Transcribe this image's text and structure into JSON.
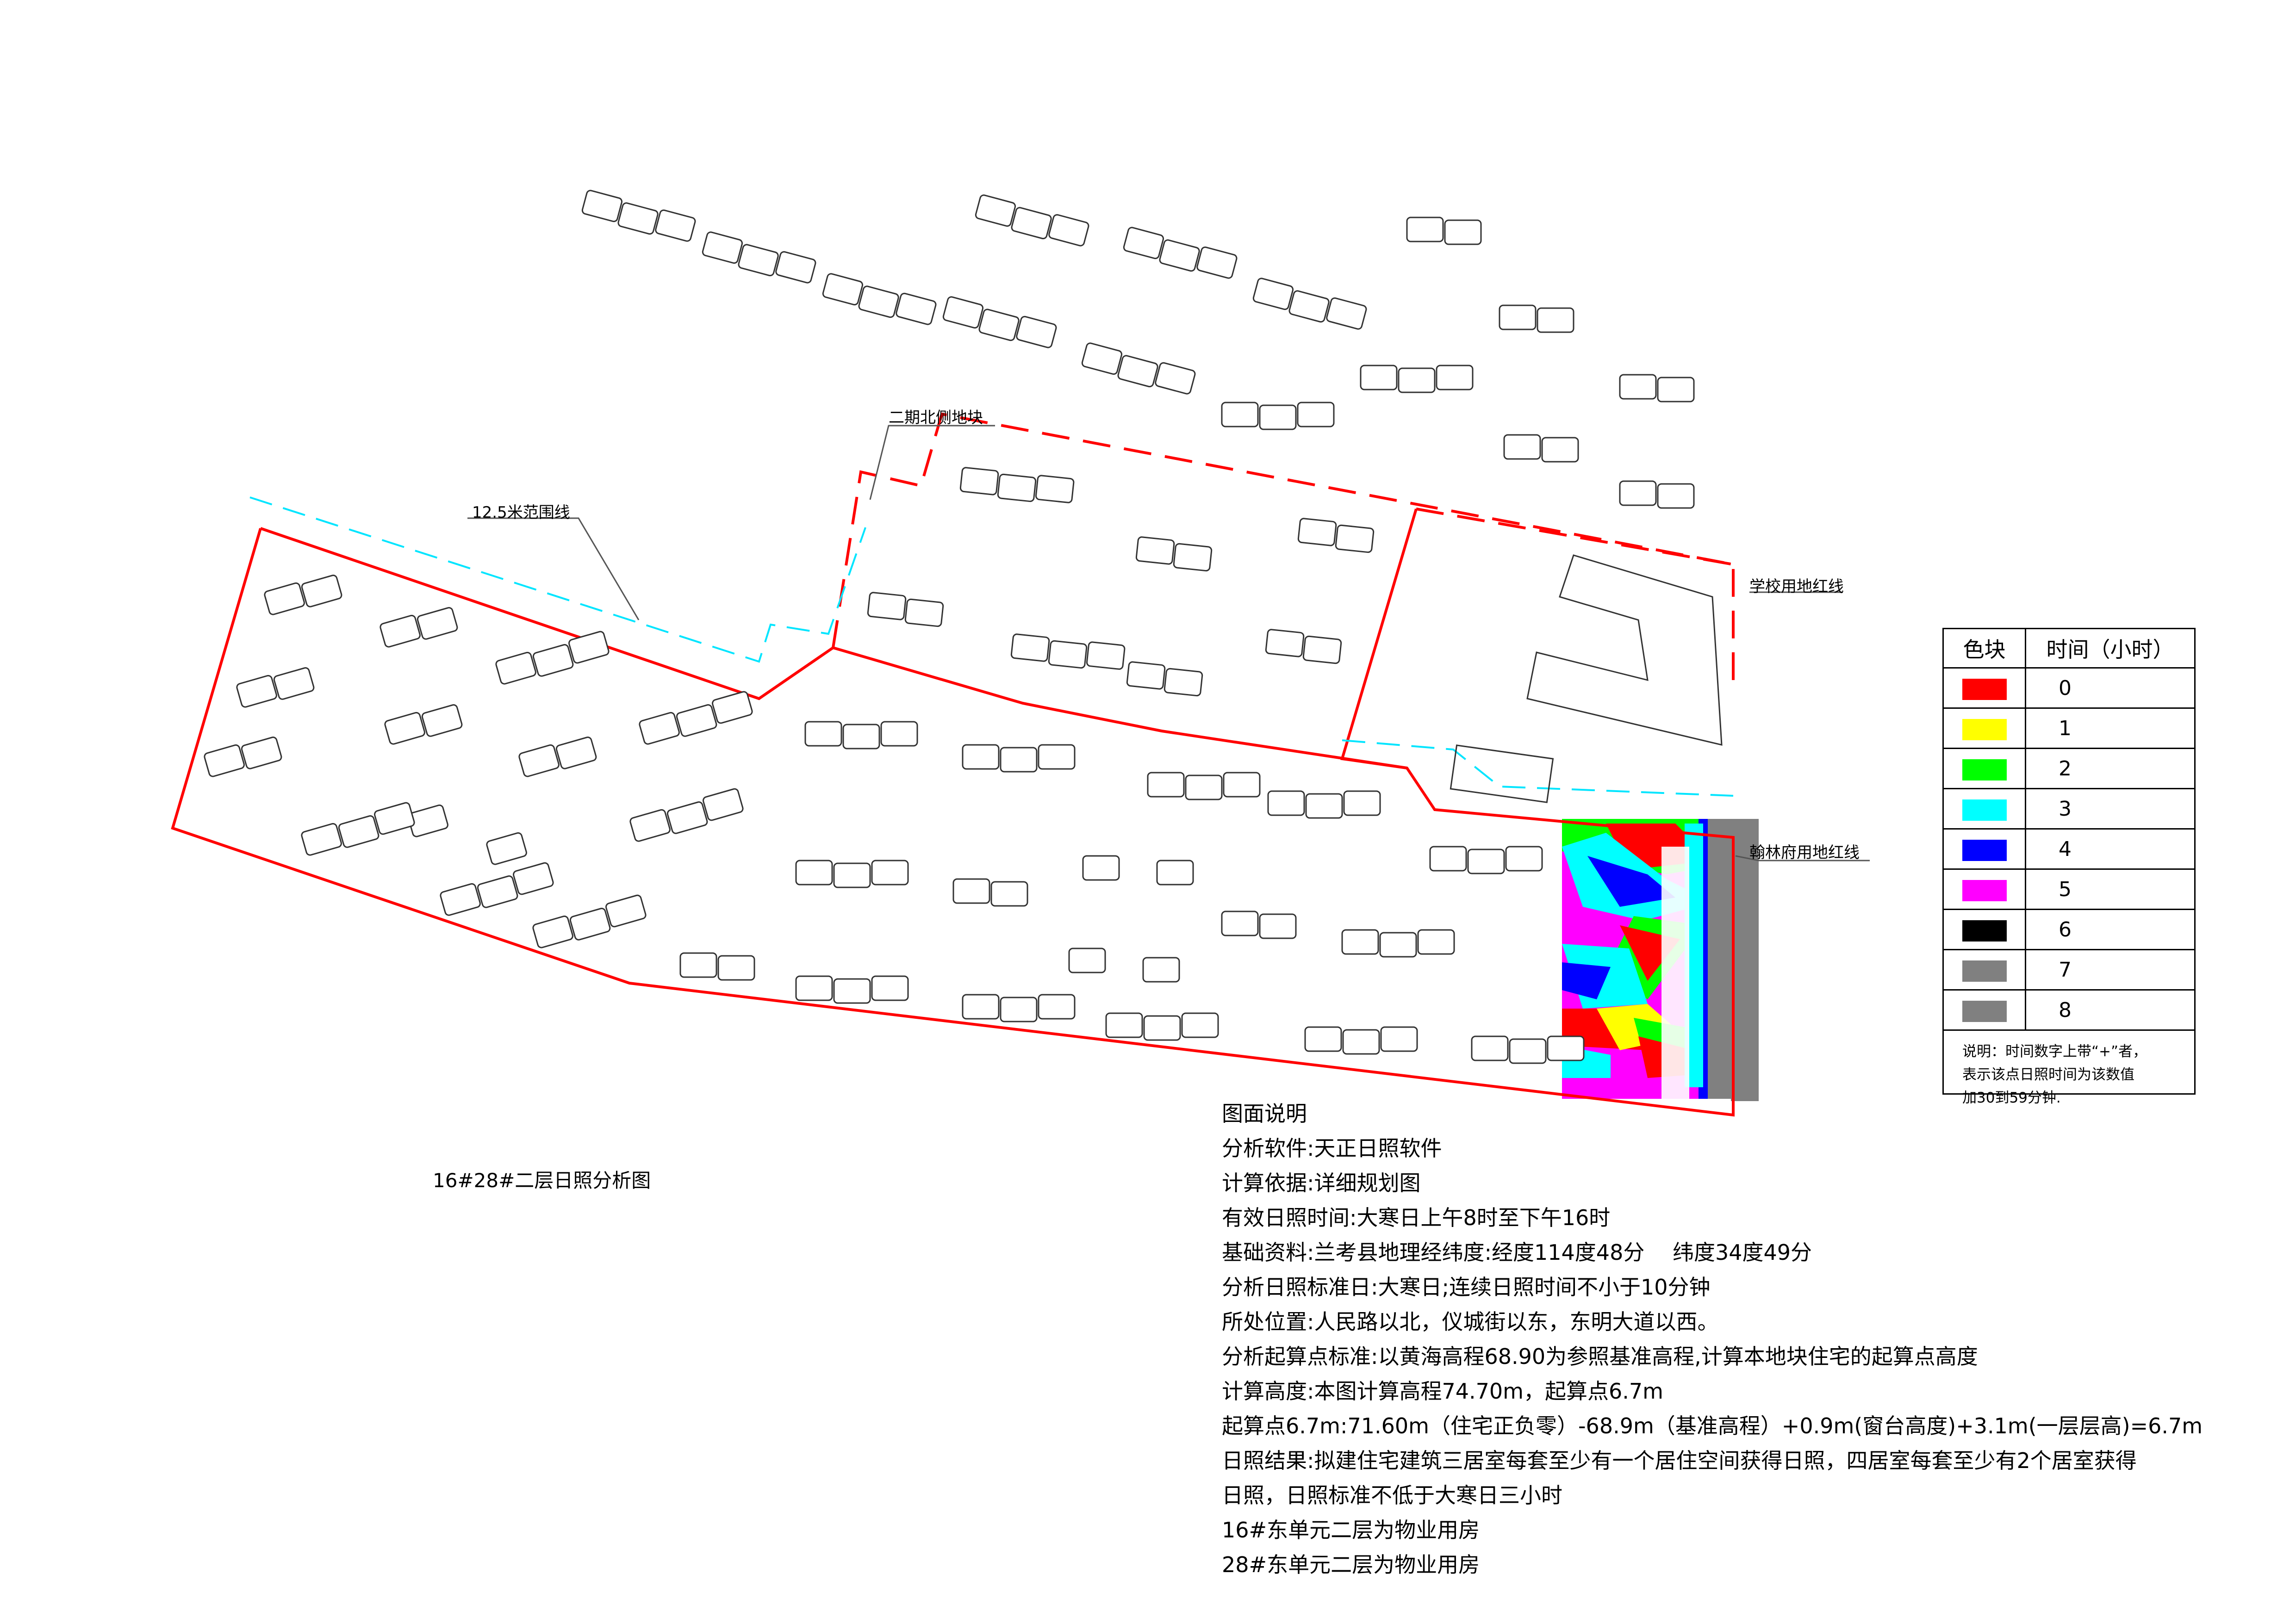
{
  "drawing_title": "16#28#二层日照分析图",
  "labels": {
    "range_line": "12.5米范围线",
    "north_block": "二期北侧地块",
    "school_redline": "学校用地红线",
    "hanlinfu_redline": "翰林府用地红线"
  },
  "legend": {
    "headers": [
      "色块",
      "时间（小时）"
    ],
    "rows": [
      {
        "color": "#ff0000",
        "hours": "0"
      },
      {
        "color": "#ffff00",
        "hours": "1"
      },
      {
        "color": "#00ff00",
        "hours": "2"
      },
      {
        "color": "#00ffff",
        "hours": "3"
      },
      {
        "color": "#0000ff",
        "hours": "4"
      },
      {
        "color": "#ff00ff",
        "hours": "5"
      },
      {
        "color": "#000000",
        "hours": "6"
      },
      {
        "color": "#808080",
        "hours": "7"
      },
      {
        "color": "#808080",
        "hours": "8"
      }
    ],
    "note": [
      "说明：时间数字上带“+”者，",
      "表示该点日照时间为该数值",
      "加30到59分钟."
    ]
  },
  "notes": [
    "图面说明",
    "分析软件:天正日照软件",
    "计算依据:详细规划图",
    "有效日照时间:大寒日上午8时至下午16时",
    "基础资料:兰考县地理经纬度:经度114度48分 　纬度34度49分",
    "分析日照标准日:大寒日;连续日照时间不小于10分钟",
    "所处位置:人民路以北，仪城街以东，东明大道以西。",
    "分析起算点标准:以黄海高程68.90为参照基准高程,计算本地块住宅的起算点高度",
    "计算高度:本图计算高程74.70m，起算点6.7m",
    "起算点6.7m:71.60m（住宅正负零）-68.9m（基准高程）+0.9m(窗台高度)+3.1m(一层层高)=6.7m",
    "日照结果:拟建住宅建筑三居室每套至少有一个居住空间获得日照，四居室每套至少有2个居室获得",
    "日照，日照标准不低于大寒日三小时",
    "16#东单元二层为物业用房",
    "28#东单元二层为物业用房"
  ],
  "colors": {
    "redline": "#ff0000",
    "range_line": "#00e5ff",
    "building_outline": "#333333"
  }
}
